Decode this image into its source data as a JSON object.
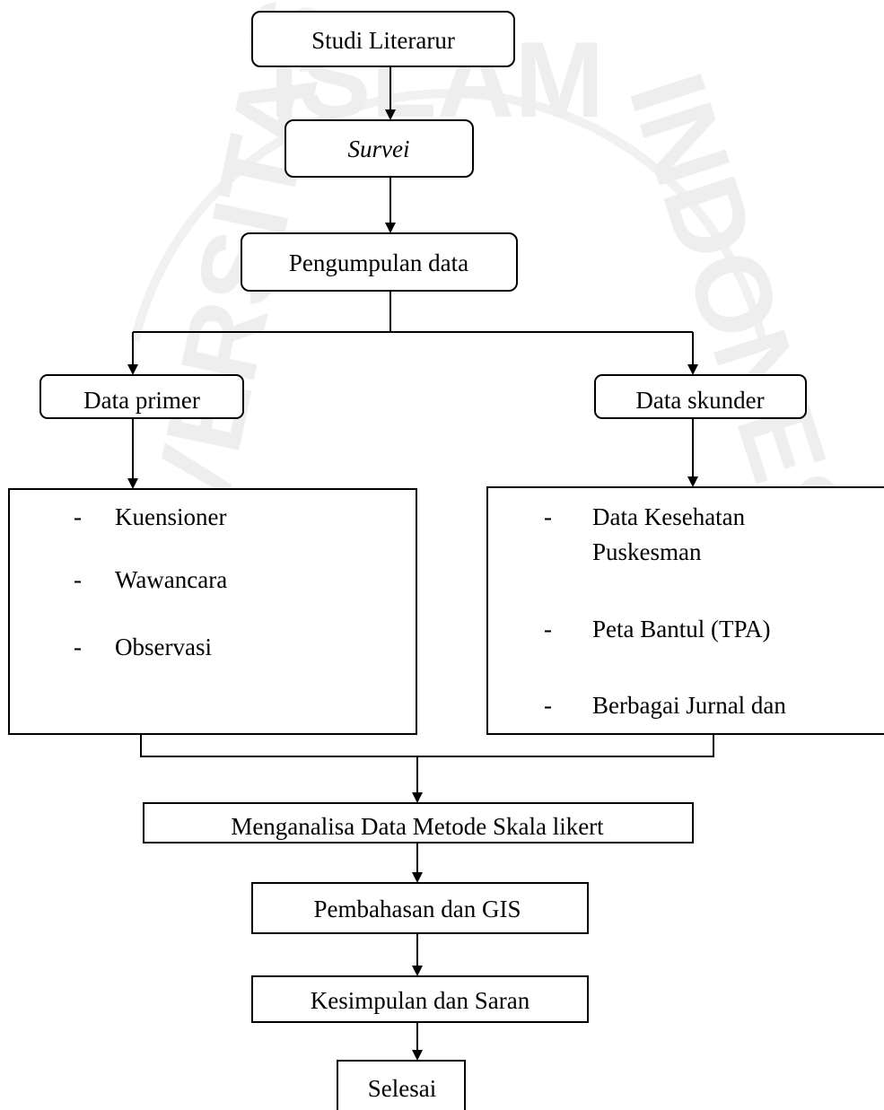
{
  "watermark": {
    "top_text": "ISLAM",
    "left_text": "UNIVERSITAS",
    "right_text": "INDONESIA"
  },
  "flow": {
    "studi_literatur": "Studi Literarur",
    "survei": "Survei",
    "pengumpulan_data": "Pengumpulan data",
    "data_primer": "Data primer",
    "data_skunder": "Data skunder",
    "primer_items": [
      "Kuensioner",
      "Wawancara",
      "Observasi"
    ],
    "skunder_items": [
      {
        "lines": [
          "Data Kesehatan",
          "Puskesman"
        ]
      },
      {
        "lines": [
          "Peta Bantul (TPA)"
        ]
      },
      {
        "lines": [
          "Berbagai Jurnal dan"
        ]
      }
    ],
    "bullet": "-",
    "menganalisa": "Menganalisa Data Metode Skala likert",
    "pembahasan": "Pembahasan dan GIS",
    "kesimpulan": "Kesimpulan dan Saran",
    "selesai": "Selesai"
  }
}
